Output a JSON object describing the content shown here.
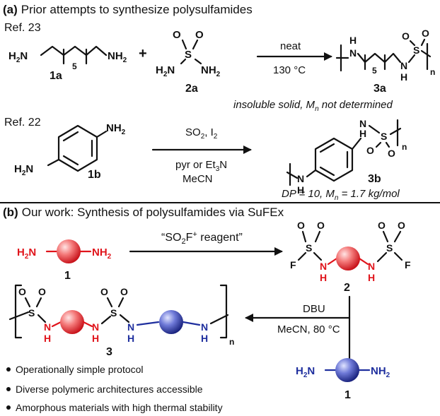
{
  "panel_a": {
    "label": "(a)",
    "title": "Prior attempts to synthesize polysulfamides",
    "ref1": "Ref. 23",
    "ref2": "Ref. 22",
    "cmpd_1a": "1a",
    "cmpd_2a": "2a",
    "cmpd_3a": "3a",
    "cmpd_1b": "1b",
    "cmpd_3b": "3b",
    "subscript_5": "5",
    "subscript_n": "n",
    "plus": "+",
    "cond1_top": "neat",
    "cond1_bottom": "130 °C",
    "note1": "insoluble solid, M",
    "note1_sub": "n",
    "note1_end": " not determined",
    "cond2_top": "SO",
    "cond2_top_sub": "2",
    "cond2_top_end": ", I",
    "cond2_top_sub2": "2",
    "cond2_mid": "pyr or Et",
    "cond2_mid_sub": "3",
    "cond2_mid_end": "N",
    "cond2_bottom": "MeCN",
    "note2_a": "DP = 10, M",
    "note2_sub": "n",
    "note2_b": " = 1.7 kg/mol"
  },
  "panel_b": {
    "label": "(b)",
    "title": "Our work: Synthesis of polysulfamides via SuFEx",
    "reagent_a": "“SO",
    "reagent_sub": "2",
    "reagent_b": "F",
    "reagent_sup": "+",
    "reagent_c": " reagent”",
    "cmpd_1": "1",
    "cmpd_2": "2",
    "cmpd_3": "3",
    "cmpd_1_bottom": "1",
    "subscript_n": "n",
    "cond_top": "DBU",
    "cond_bottom": "MeCN, 80 °C",
    "bullets": [
      "Operationally simple protocol",
      "Diverse polymeric architectures accessible",
      "Amorphous materials with high thermal stability"
    ]
  },
  "atoms": {
    "H": "H",
    "N": "N",
    "S": "S",
    "O": "O",
    "F": "F",
    "NH2": "NH",
    "H2N": "H",
    "two": "2"
  },
  "colors": {
    "red": "#e0141b",
    "blue": "#1f2f9e",
    "black": "#111111"
  }
}
